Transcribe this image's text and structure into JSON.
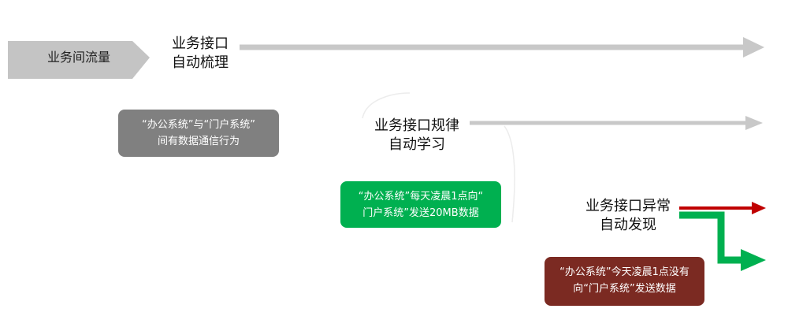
{
  "flow_tag": {
    "label": "业务间流量"
  },
  "stages": [
    {
      "line1": "业务接口",
      "line2": "自动梳理"
    },
    {
      "line1": "业务接口规律",
      "line2": "自动学习"
    },
    {
      "line1": "业务接口异常",
      "line2": "自动发现"
    }
  ],
  "notes": [
    {
      "line1": "“办公系统”与“门户系统”",
      "line2": "间有数据通信行为",
      "color": "#808080"
    },
    {
      "line1": "“办公系统”每天凌晨1点向“",
      "line2": "门户系统”发送20MB数据",
      "color": "#00b050"
    },
    {
      "line1": "“办公系统”今天凌晨1点没有",
      "line2": "向“门户系统”发送数据",
      "color": "#7b2a22"
    }
  ],
  "colors": {
    "arrow_gray": "#c8c8c8",
    "tag_gray": "#c0c0c0",
    "alarm_red": "#c00000",
    "ok_green": "#00b050"
  }
}
